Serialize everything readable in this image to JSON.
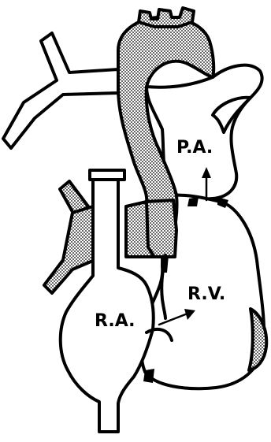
{
  "diagram": {
    "labels": {
      "pulmonary_artery": "P.A.",
      "right_ventricle": "R.V.",
      "right_atrium": "R.A."
    },
    "colors": {
      "ink": "#000000",
      "fill": "#ffffff",
      "stipple": "#000000"
    }
  }
}
